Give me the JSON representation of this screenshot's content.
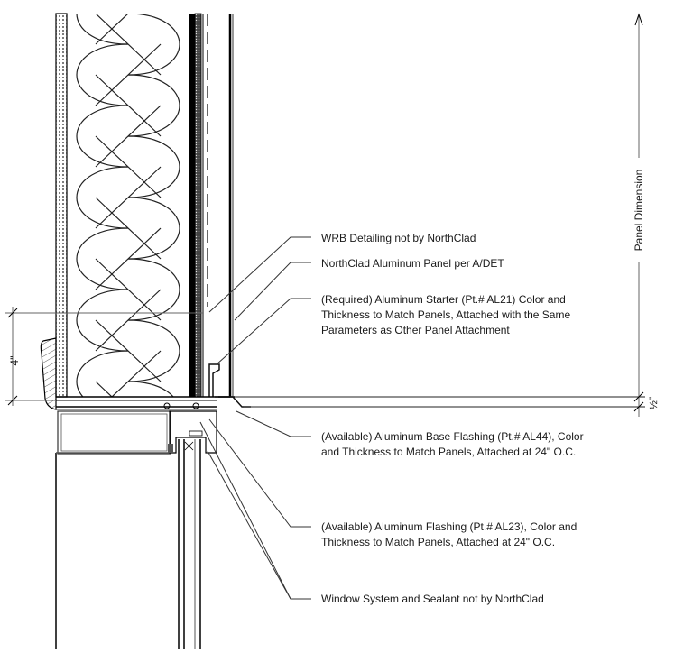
{
  "drawing": {
    "type": "architectural section detail",
    "subject": "Aluminum panel cladding at window head"
  },
  "callouts": [
    {
      "id": "wrb",
      "lines": [
        "WRB Detailing not by NorthClad"
      ]
    },
    {
      "id": "panel",
      "lines": [
        "NorthClad Aluminum Panel per A/DET"
      ]
    },
    {
      "id": "starter",
      "lines": [
        "(Required) Aluminum Starter (Pt.# AL21) Color and",
        "Thickness to Match Panels, Attached with the Same",
        "Parameters as Other Panel Attachment"
      ]
    },
    {
      "id": "base-flashing",
      "lines": [
        "(Available) Aluminum Base Flashing (Pt.# AL44), Color",
        "and Thickness to Match Panels, Attached at 24\" O.C."
      ]
    },
    {
      "id": "flashing",
      "lines": [
        "(Available) Aluminum Flashing (Pt.# AL23), Color and",
        "Thickness to Match Panels, Attached at 24\" O.C."
      ]
    },
    {
      "id": "window",
      "lines": [
        "Window System and Sealant not by NorthClad"
      ]
    }
  ],
  "dimensions": {
    "panel": "Panel Dimension",
    "gap": "½\"",
    "head": "4\""
  },
  "colors": {
    "line": "#000000",
    "background": "#ffffff"
  }
}
